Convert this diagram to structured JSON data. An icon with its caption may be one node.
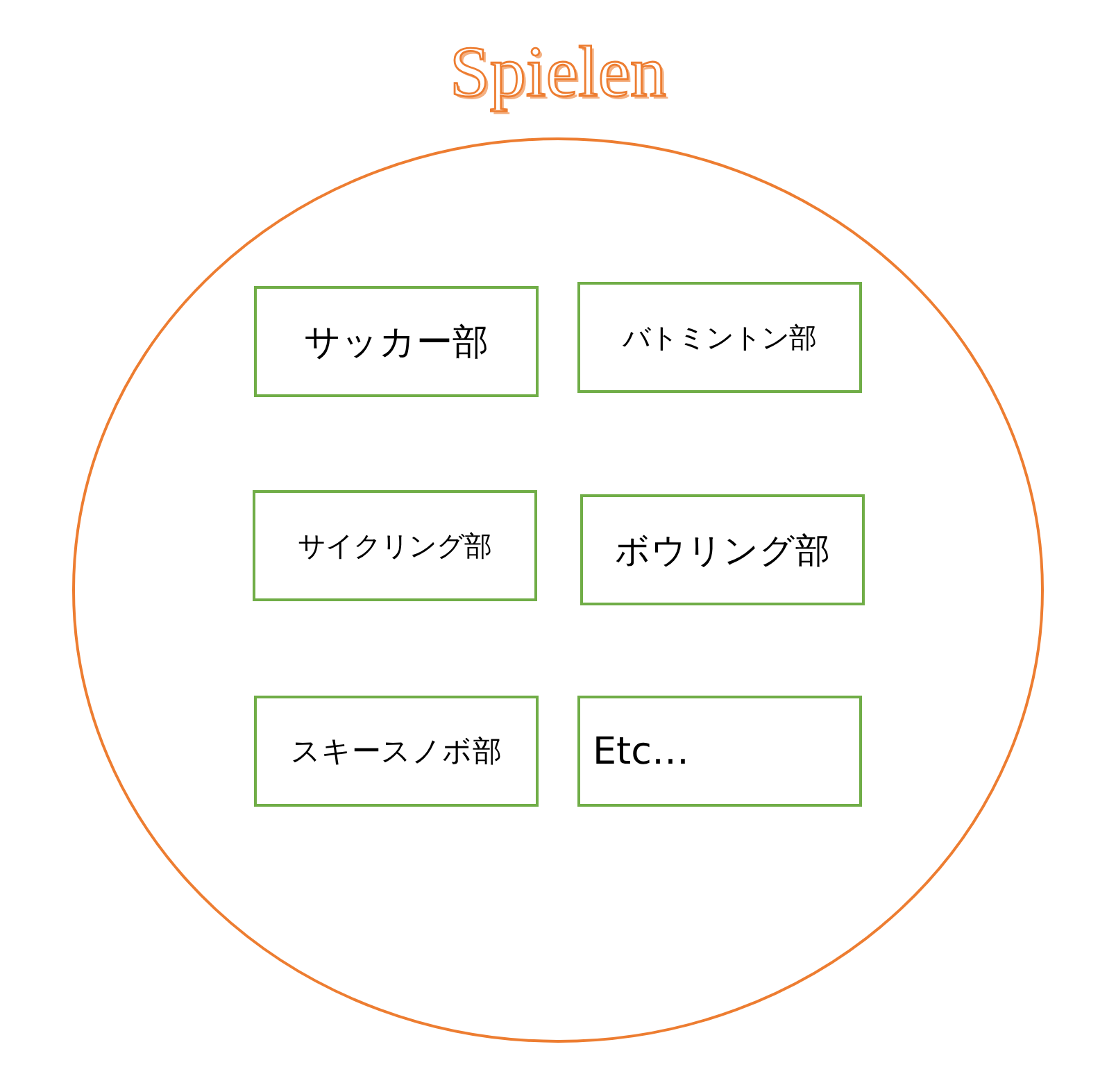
{
  "diagram": {
    "nodes": [
      {
        "text": [
          "Spielen"
        ]
      },
      {
        "text": [
          "サッカー部"
        ],
        "in": 0
      },
      {
        "text": [
          "バトミントン部"
        ],
        "in": 0
      },
      {
        "text": [
          "サイクリング部"
        ],
        "in": 0
      },
      {
        "text": [
          "ボウリング部"
        ],
        "in": 0
      },
      {
        "text": [
          "スキースノボ部"
        ],
        "in": 0
      },
      {
        "text": [
          "Etc…"
        ],
        "in": 0
      }
    ]
  }
}
